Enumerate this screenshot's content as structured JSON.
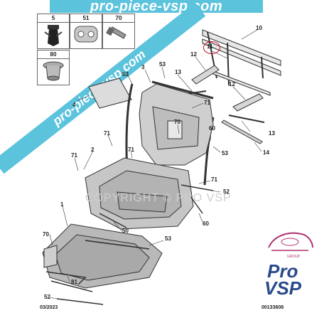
{
  "banner": {
    "text": "pro-piece-vsp.com",
    "color": "#5cc3dd"
  },
  "diagonal_watermark": {
    "text": "pro-piece-vsp.com"
  },
  "center_watermark": "COPYRIGHT © PRO VSP",
  "thumbnails": [
    {
      "num": "5"
    },
    {
      "num": "51"
    },
    {
      "num": "70"
    },
    {
      "num": "80"
    }
  ],
  "callouts": {
    "c10": "10",
    "c11": "11",
    "c12a": "12",
    "c12b": "12",
    "c13a": "13",
    "c13b": "13",
    "c14": "14",
    "c53a": "53",
    "c3": "3",
    "c53b": "53",
    "c71a": "71",
    "c4": "4",
    "c70a": "70",
    "c60a": "60",
    "c53c": "53",
    "c71b": "71",
    "c71c": "71",
    "c2": "2",
    "c71d": "71",
    "c71e": "71",
    "c52a": "52",
    "c60b": "60",
    "c1": "1",
    "c50": "50",
    "c70b": "70",
    "c53d": "53",
    "c81": "81",
    "c52b": "52"
  },
  "footer": {
    "date": "03/2023",
    "ref": "00133608"
  },
  "logo": {
    "line1": "Pro",
    "line2": "VSP",
    "group": "GROUP"
  },
  "colors": {
    "accent": "#5cc3dd",
    "logo_blue": "#2a4a8c",
    "logo_pink": "#b03070"
  }
}
